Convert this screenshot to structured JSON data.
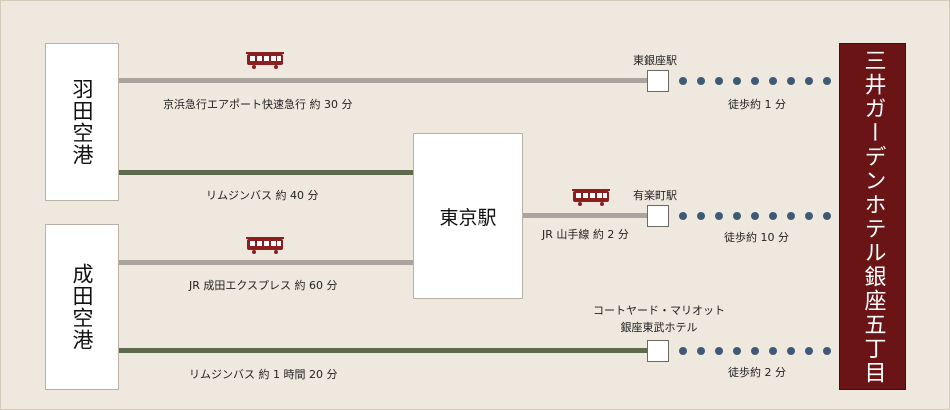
{
  "airports": {
    "haneda": "羽田空港",
    "narita": "成田空港"
  },
  "tokyo_station": "東京駅",
  "hotel": "三井ガーデンホテル銀座五丁目",
  "routes": {
    "keikyu": "京浜急行エアポート快速急行 約 30 分",
    "limousine_haneda": "リムジンバス 約 40 分",
    "jr_express": "JR 成田エクスプレス 約 60 分",
    "yamanote": "JR 山手線 約 2 分",
    "limousine_narita": "リムジンバス 約 1 時間 20 分"
  },
  "stations": {
    "higashi_ginza": "東銀座駅",
    "yurakucho": "有楽町駅",
    "courtyard_line1": "コートヤード・マリオット",
    "courtyard_line2": "銀座東武ホテル"
  },
  "walks": {
    "from_higashi_ginza": "徒歩約 1 分",
    "from_yurakucho": "徒歩約 10 分",
    "from_courtyard": "徒歩約 2 分"
  },
  "colors": {
    "rail_line": "#a9a59e",
    "bus_line": "#5d6b4c",
    "walk_dots": "#3e5a76",
    "hotel": "#6a1416",
    "train_icon": "#8b1e1f"
  },
  "icons": [
    "train-icon"
  ]
}
